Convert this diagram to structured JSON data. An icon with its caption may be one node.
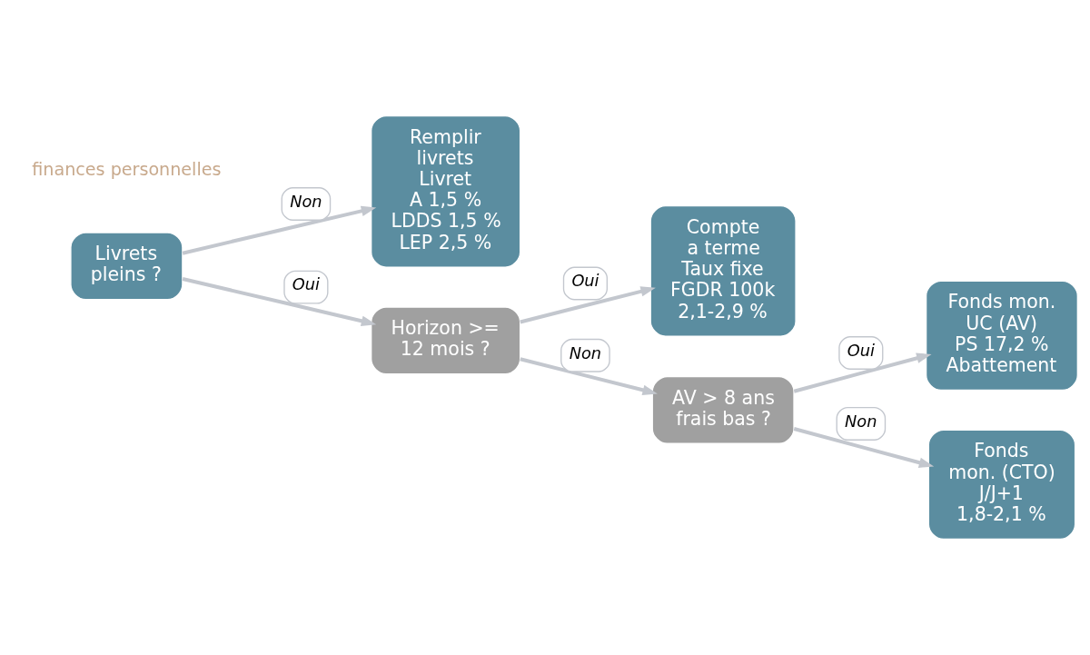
{
  "diagram": {
    "nodes": [
      {
        "text": [
          "Livrets pleins ?"
        ]
      },
      {
        "text": [
          "Remplir livrets",
          "Livret A 1,5 %",
          "LDDS 1,5 %",
          "LEP 2,5 %"
        ]
      },
      {
        "text": [
          "Horizon >= 12 mois ?"
        ]
      },
      {
        "text": [
          "Compte a terme",
          "Taux fixe",
          "FGDR 100k",
          "2,1-2,9 %"
        ]
      },
      {
        "text": [
          "AV > 8 ans frais bas ?"
        ]
      },
      {
        "text": [
          "Fonds mon. UC (AV)",
          "PS 17,2 %",
          "Abattement"
        ]
      },
      {
        "text": [
          "Fonds mon. (CTO)",
          "J/J+1",
          "1,8-2,1 %"
        ]
      }
    ],
    "edges": [
      {
        "from": 0,
        "to": 1,
        "arrow": "to",
        "label": "Non"
      },
      {
        "from": 0,
        "to": 2,
        "arrow": "to",
        "label": "Oui"
      },
      {
        "from": 2,
        "to": 3,
        "arrow": "to",
        "label": "Oui"
      },
      {
        "from": 2,
        "to": 4,
        "arrow": "to",
        "label": "Non"
      },
      {
        "from": 4,
        "to": 5,
        "arrow": "to",
        "label": "Oui"
      },
      {
        "from": 4,
        "to": 6,
        "arrow": "to",
        "label": "Non"
      }
    ],
    "labels": [
      "finances personnelles"
    ]
  }
}
